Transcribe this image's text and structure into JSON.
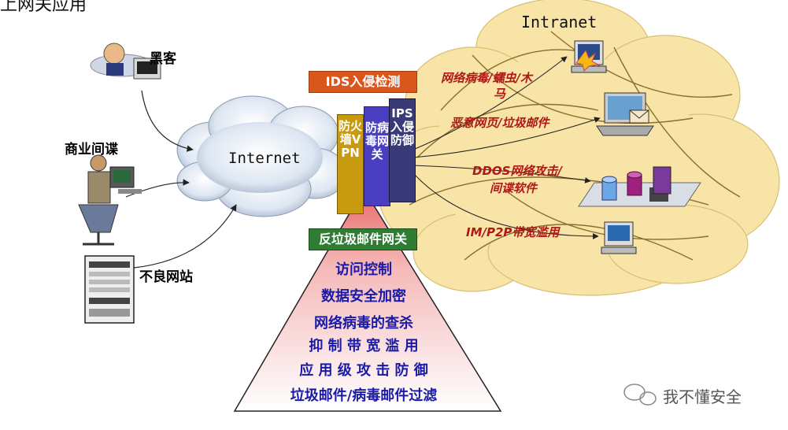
{
  "title": "上网关应用",
  "internet_label": "Internet",
  "intranet_label": "Intranet",
  "sources": {
    "hacker": "黑客",
    "spy": "商业间谍",
    "bad_site": "不良网站"
  },
  "ids_banner": "IDS入侵检测",
  "antispam_banner": "反垃圾邮件网关",
  "gateways": {
    "firewall": "防火墙VPN",
    "antivirus": "防病毒网关",
    "ips": "IPS入侵防御"
  },
  "threats": {
    "virus_line1": "网络病毒/蠕虫/木",
    "virus_line2": "马",
    "malicious_web": "恶意网页/垃圾邮件",
    "ddos_line1": "DDOS网络攻击/",
    "ddos_line2": "间谍软件",
    "im_p2p": "IM/P2P带宽滥用"
  },
  "pyramid_items": [
    "访问控制",
    "数据安全加密",
    "网络病毒的查杀",
    "抑 制 带 宽 滥 用",
    "应 用 级 攻 击 防 御",
    "垃圾邮件/病毒邮件过滤"
  ],
  "watermark": "我不懂安全",
  "colors": {
    "cloud": "#f8e4a6",
    "threat_text": "#b01818",
    "pyramid_text": "#1a1aa8",
    "ids_banner": "#d9561c",
    "antispam_banner": "#2e7d32",
    "firewall": "#c89a10",
    "antivirus": "#4a3fc0",
    "ips": "#3a3a78"
  }
}
